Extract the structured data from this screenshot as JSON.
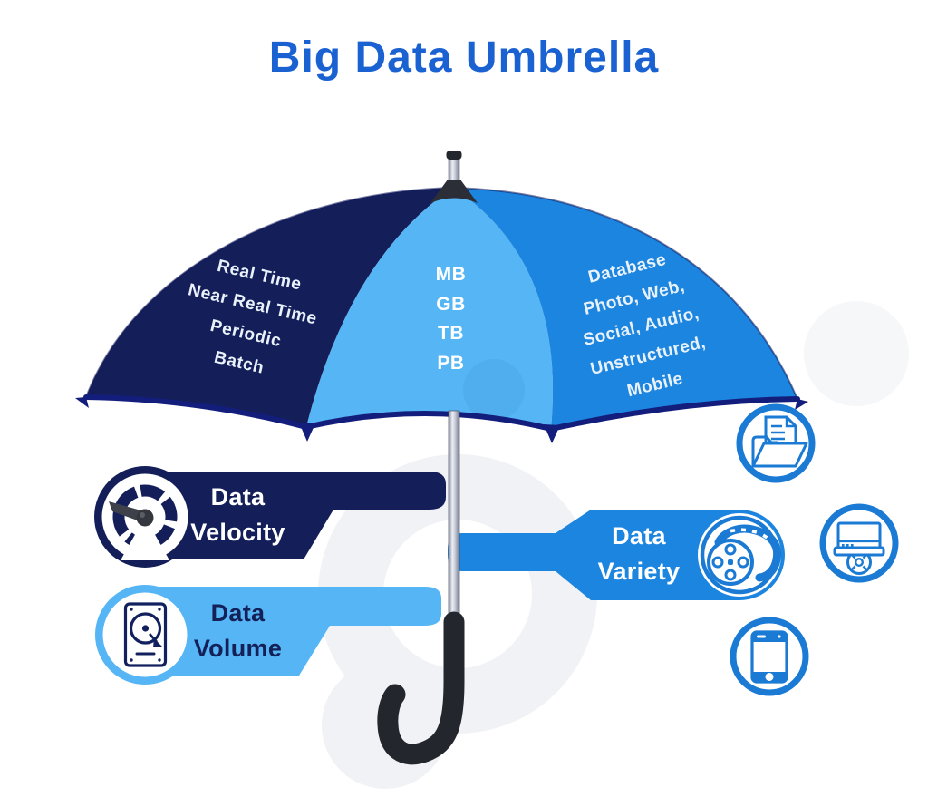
{
  "title": {
    "text": "Big Data Umbrella"
  },
  "colors": {
    "title_blue": "#1a62d2",
    "navy": "#141f5a",
    "light_blue": "#55b5f5",
    "medium_blue": "#1b85e0",
    "icon_blue": "#1a7ad4",
    "trim_navy": "#131e7c"
  },
  "umbrella": {
    "velocity_panel": {
      "lines": [
        "Real Time",
        "Near Real Time",
        "Periodic",
        "Batch"
      ]
    },
    "volume_panel": {
      "lines": [
        "MB",
        "GB",
        "TB",
        "PB"
      ]
    },
    "variety_panel": {
      "lines": [
        "Database",
        "Photo, Web,",
        "Social, Audio,",
        "Unstructured,",
        "Mobile"
      ]
    }
  },
  "banners": {
    "velocity": {
      "line1": "Data",
      "line2": "Velocity",
      "icon": "speedometer-icon"
    },
    "variety": {
      "line1": "Data",
      "line2": "Variety",
      "icon": "film-reel-icon"
    },
    "volume": {
      "line1": "Data",
      "line2": "Volume",
      "icon": "hard-drive-icon"
    }
  },
  "side_icons": [
    {
      "name": "documents-folder-icon"
    },
    {
      "name": "monitor-disc-icon"
    },
    {
      "name": "smartphone-icon"
    }
  ]
}
